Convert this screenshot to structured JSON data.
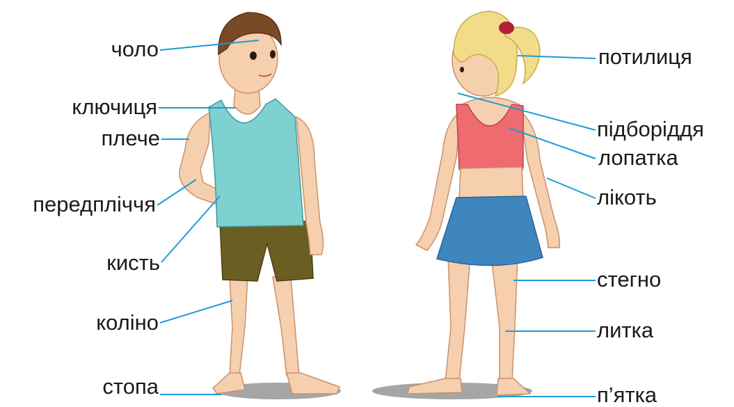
{
  "labels_left": {
    "forehead": "чоло",
    "collarbone": "ключиця",
    "shoulder": "плече",
    "forearm": "передпліччя",
    "hand": "кисть",
    "knee": "коліно",
    "foot": "стопа"
  },
  "labels_right": {
    "nape": "потилиця",
    "chin": "підборіддя",
    "shoulder_blade": "лопатка",
    "elbow": "лікоть",
    "thigh": "стегно",
    "calf": "литка",
    "heel": "п’ятка"
  },
  "colors": {
    "leader_line": "#1e9ad6",
    "skin": "#f6cfae",
    "boy_hair": "#7a4a25",
    "boy_tank": "#7fd0d0",
    "boy_shorts": "#6b5e22",
    "girl_hair": "#f2dc8a",
    "girl_top": "#ee6b70",
    "girl_skirt": "#3f86be",
    "scrunchie": "#b3203a",
    "shadow": "#8e8e8e"
  }
}
